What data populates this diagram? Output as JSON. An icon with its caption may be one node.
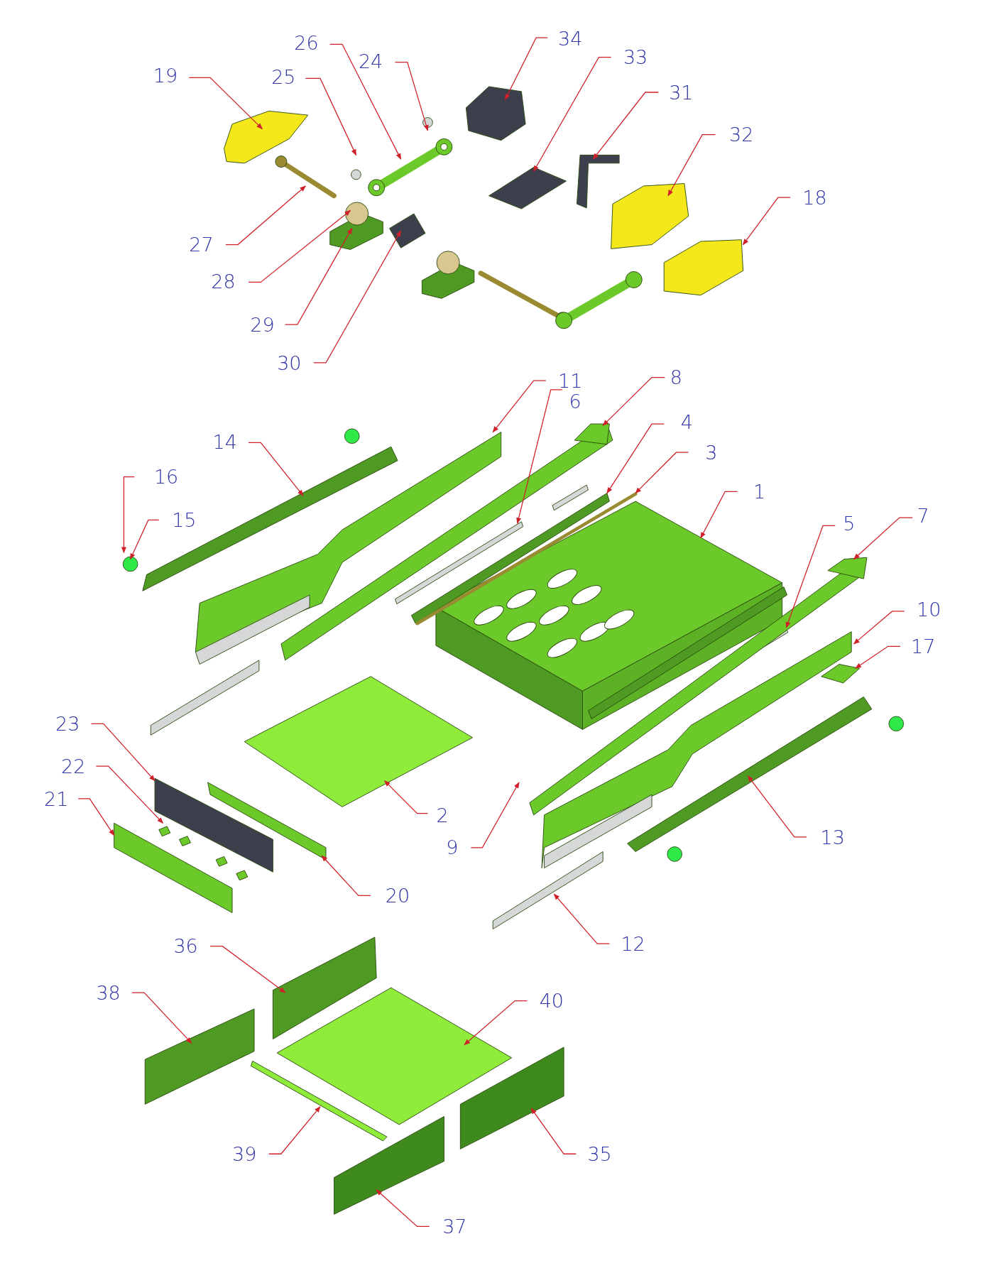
{
  "diagram": {
    "nodes": [
      {
        "text": [
          "34"
        ]
      },
      {
        "text": [
          "26"
        ]
      },
      {
        "text": [
          "33"
        ]
      },
      {
        "text": [
          "24"
        ]
      },
      {
        "text": [
          "19"
        ]
      },
      {
        "text": [
          "25"
        ]
      },
      {
        "text": [
          "31"
        ]
      },
      {
        "text": [
          "32"
        ]
      },
      {
        "text": [
          "18"
        ]
      },
      {
        "text": [
          "27"
        ]
      },
      {
        "text": [
          "28"
        ]
      },
      {
        "text": [
          "29"
        ]
      },
      {
        "text": [
          "30"
        ]
      },
      {
        "text": [
          "8"
        ]
      },
      {
        "text": [
          "11"
        ]
      },
      {
        "text": [
          "6"
        ]
      },
      {
        "text": [
          "4"
        ]
      },
      {
        "text": [
          "14"
        ]
      },
      {
        "text": [
          "3"
        ]
      },
      {
        "text": [
          "16"
        ]
      },
      {
        "text": [
          "1"
        ]
      },
      {
        "text": [
          "15"
        ]
      },
      {
        "text": [
          "7"
        ]
      },
      {
        "text": [
          "5"
        ]
      },
      {
        "text": [
          "10"
        ]
      },
      {
        "text": [
          "17"
        ]
      },
      {
        "text": [
          "23"
        ]
      },
      {
        "text": [
          "22"
        ]
      },
      {
        "text": [
          "21"
        ]
      },
      {
        "text": [
          "2"
        ]
      },
      {
        "text": [
          "13"
        ]
      },
      {
        "text": [
          "9"
        ]
      },
      {
        "text": [
          "20"
        ]
      },
      {
        "text": [
          "12"
        ]
      },
      {
        "text": [
          "36"
        ]
      },
      {
        "text": [
          "38"
        ]
      },
      {
        "text": [
          "40"
        ]
      },
      {
        "text": [
          "39"
        ]
      },
      {
        "text": [
          "35"
        ]
      },
      {
        "text": [
          "37"
        ]
      },
      {
        "text": [],
        "shape": "picture"
      },
      {
        "text": [],
        "shape": "picture"
      }
    ],
    "edges": [
      {
        "from": 0,
        "to": null,
        "arrow": "to"
      },
      {
        "from": 1,
        "to": null,
        "arrow": "to"
      },
      {
        "from": 2,
        "to": null,
        "arrow": "to"
      },
      {
        "from": 3,
        "to": null,
        "arrow": "to"
      },
      {
        "from": 4,
        "to": null,
        "arrow": "to"
      },
      {
        "from": 5,
        "to": null,
        "arrow": "to"
      },
      {
        "from": 6,
        "to": null,
        "arrow": "to"
      },
      {
        "from": 7,
        "to": null,
        "arrow": "to"
      },
      {
        "from": 8,
        "to": null,
        "arrow": "to"
      },
      {
        "from": 9,
        "to": null,
        "arrow": "to"
      },
      {
        "from": 10,
        "to": null,
        "arrow": "to"
      },
      {
        "from": 11,
        "to": null,
        "arrow": "to"
      },
      {
        "from": 12,
        "to": null,
        "arrow": "to"
      },
      {
        "from": 13,
        "to": 40,
        "arrow": "to"
      },
      {
        "from": 14,
        "to": null,
        "arrow": "to"
      },
      {
        "from": 15,
        "to": null,
        "arrow": "to"
      },
      {
        "from": 16,
        "to": null,
        "arrow": "to"
      },
      {
        "from": 17,
        "to": null,
        "arrow": "to"
      },
      {
        "from": 18,
        "to": null,
        "arrow": "to"
      },
      {
        "from": 19,
        "to": null,
        "arrow": "to"
      },
      {
        "from": 20,
        "to": null,
        "arrow": "to"
      },
      {
        "from": 21,
        "to": null,
        "arrow": "to"
      },
      {
        "from": 22,
        "to": 41,
        "arrow": "to"
      },
      {
        "from": 23,
        "to": null,
        "arrow": "to"
      },
      {
        "from": 24,
        "to": null,
        "arrow": "to"
      },
      {
        "from": 25,
        "to": null,
        "arrow": "to"
      },
      {
        "from": 26,
        "to": null,
        "arrow": "to"
      },
      {
        "from": 27,
        "to": null,
        "arrow": "to"
      },
      {
        "from": 28,
        "to": null,
        "arrow": "to"
      },
      {
        "from": 29,
        "to": null,
        "arrow": "to"
      },
      {
        "from": 30,
        "to": null,
        "arrow": "to"
      },
      {
        "from": 31,
        "to": null,
        "arrow": "to"
      },
      {
        "from": 32,
        "to": null,
        "arrow": "to"
      },
      {
        "from": 33,
        "to": null,
        "arrow": "to"
      },
      {
        "from": 34,
        "to": null,
        "arrow": "to"
      },
      {
        "from": 35,
        "to": null,
        "arrow": "to"
      },
      {
        "from": 36,
        "to": null,
        "arrow": "to"
      },
      {
        "from": 37,
        "to": null,
        "arrow": "to"
      },
      {
        "from": 38,
        "to": null,
        "arrow": "to"
      },
      {
        "from": 39,
        "to": null,
        "arrow": "to"
      }
    ]
  }
}
